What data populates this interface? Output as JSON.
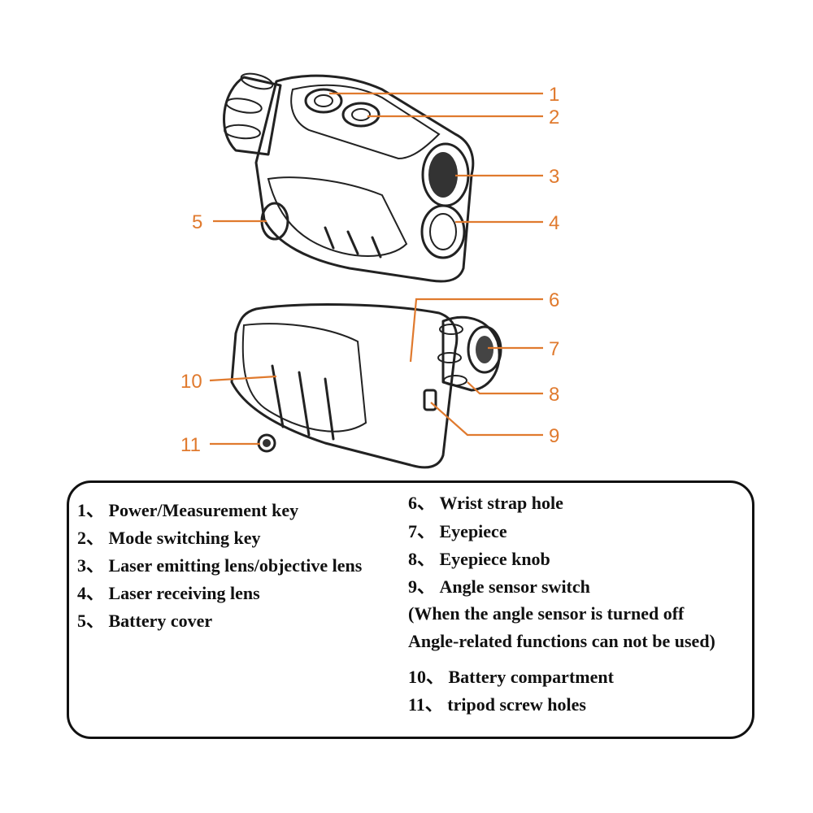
{
  "callouts": [
    "1",
    "2",
    "3",
    "4",
    "5",
    "6",
    "7",
    "8",
    "9",
    "10",
    "11"
  ],
  "legend": {
    "left": [
      "1、 Power/Measurement key",
      "2、 Mode switching key",
      "3、 Laser emitting lens/objective lens",
      "4、 Laser receiving lens",
      "5、 Battery cover"
    ],
    "right": [
      "6、 Wrist strap hole",
      "7、 Eyepiece",
      "8、 Eyepiece knob",
      "9、 Angle sensor switch",
      "(When the angle sensor is turned off",
      "Angle-related functions can not be used)",
      "10、 Battery compartment",
      "11、 tripod screw holes"
    ]
  },
  "colors": {
    "callout": "#e07a2e",
    "outline": "#222222",
    "frame": "#111111"
  }
}
